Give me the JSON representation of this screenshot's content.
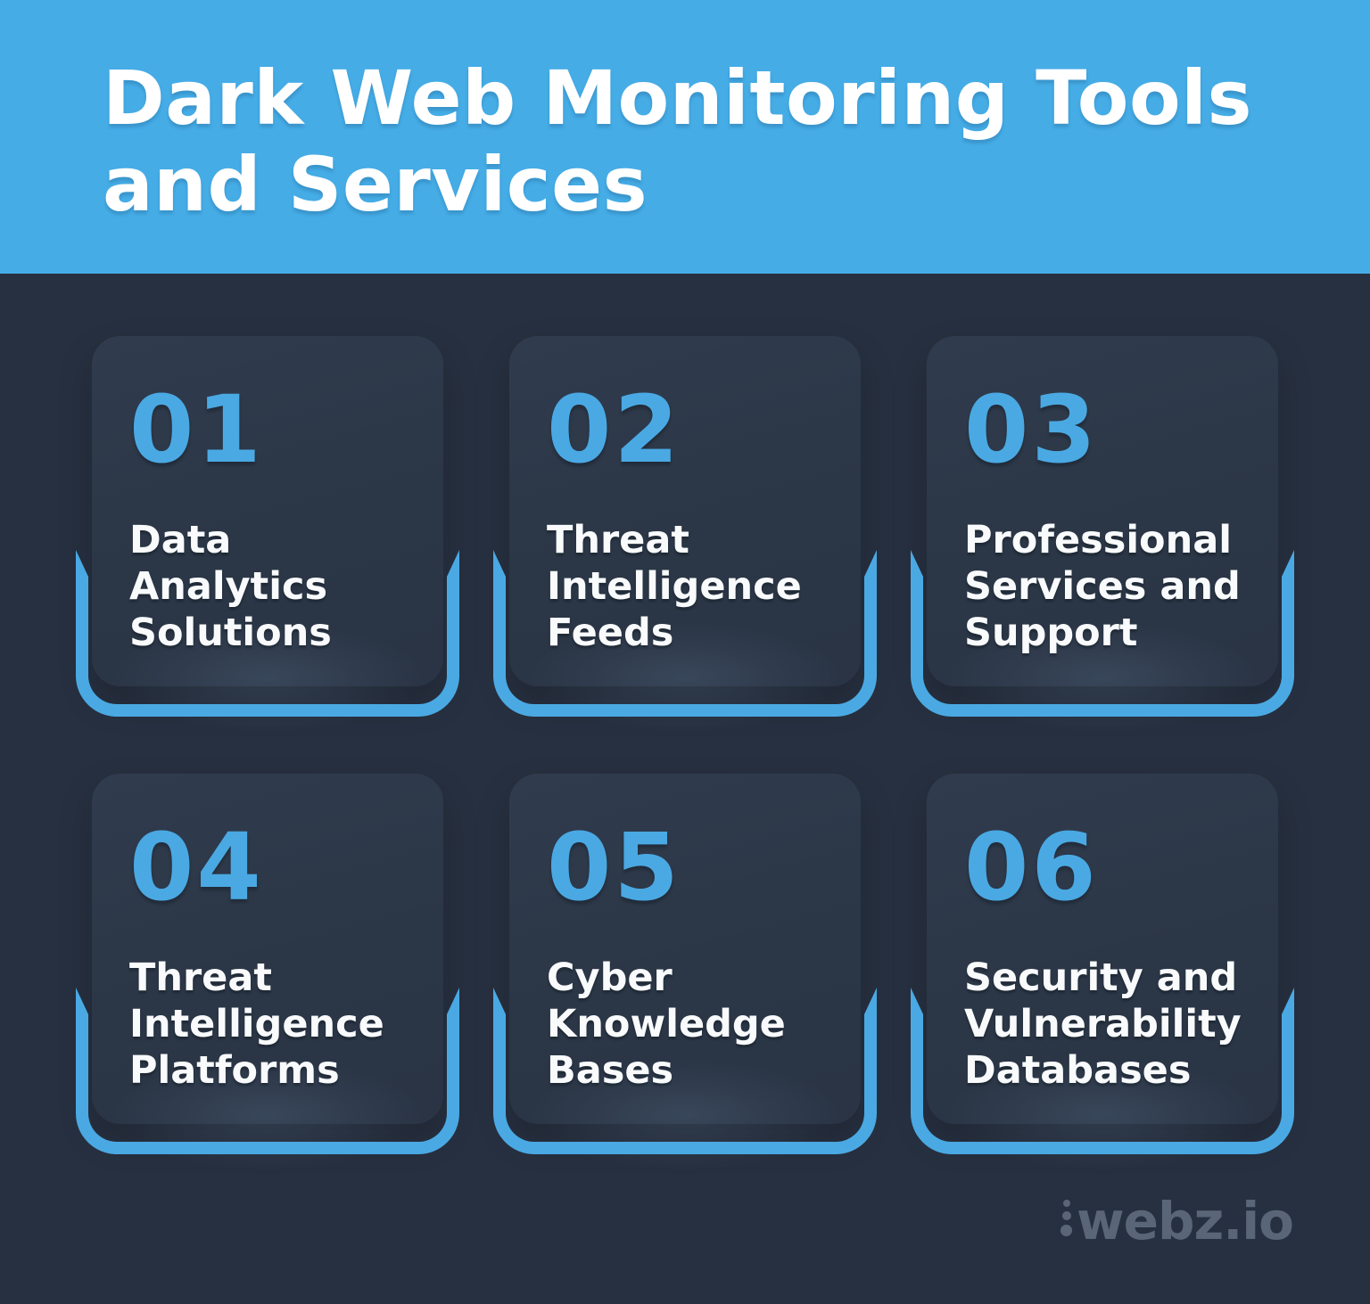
{
  "colors": {
    "header_bg": "#45ACE6",
    "page_bg": "#273040",
    "accent_blue": "#4AA9E3",
    "card_bg_top": "#303C4E",
    "card_bg_bottom": "#2A3445",
    "text_white": "#F8FAFB",
    "logo_grey": "#5A6678"
  },
  "header": {
    "title_lines": [
      "Dark Web Monitoring Tools",
      "and Services"
    ]
  },
  "cards": [
    {
      "number": "01",
      "title_lines": [
        "Data",
        "Analytics",
        "Solutions"
      ]
    },
    {
      "number": "02",
      "title_lines": [
        "Threat",
        "Intelligence",
        "Feeds"
      ]
    },
    {
      "number": "03",
      "title_lines": [
        "Professional",
        "Services and",
        "Support"
      ]
    },
    {
      "number": "04",
      "title_lines": [
        "Threat",
        "Intelligence",
        "Platforms"
      ]
    },
    {
      "number": "05",
      "title_lines": [
        "Cyber",
        "Knowledge",
        "Bases"
      ]
    },
    {
      "number": "06",
      "title_lines": [
        "Security and",
        "Vulnerability",
        "Databases"
      ]
    }
  ],
  "footer": {
    "logo_text": "webz.io"
  }
}
